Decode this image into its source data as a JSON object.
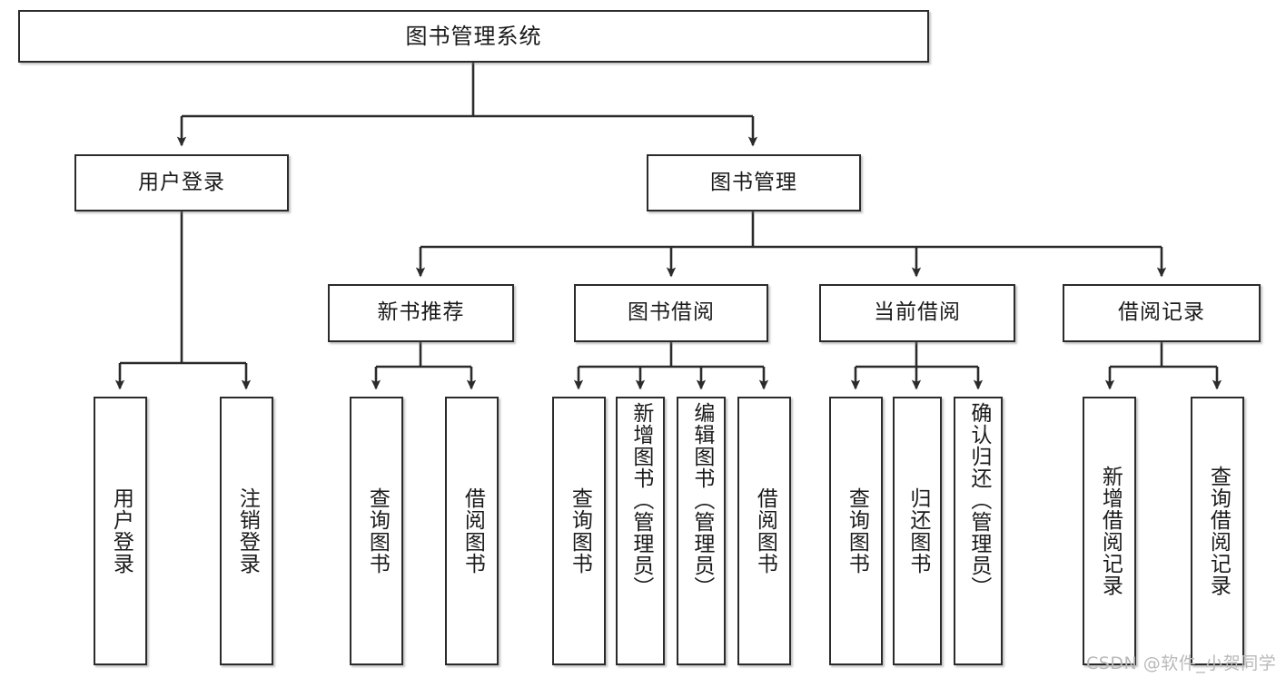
{
  "diagram": {
    "title": "图书管理系统",
    "type": "functional-structure-tree",
    "watermark": "CSDN @软件_小贺同学",
    "colors": {
      "box_border": "#2b2b2b",
      "box_fill": "#ffffff",
      "edge": "#2b2b2b",
      "text": "#1a1a1a",
      "watermark": "#b9b9b9",
      "background": "#ffffff"
    },
    "root": {
      "label": "图书管理系统"
    },
    "level1": [
      {
        "id": "user-login",
        "label": "用户登录"
      },
      {
        "id": "book-management",
        "label": "图书管理"
      }
    ],
    "level2": [
      {
        "id": "new-book-recommend",
        "label": "新书推荐",
        "parent": "book-management"
      },
      {
        "id": "book-borrow",
        "label": "图书借阅",
        "parent": "book-management"
      },
      {
        "id": "current-borrow",
        "label": "当前借阅",
        "parent": "book-management"
      },
      {
        "id": "borrow-record",
        "label": "借阅记录",
        "parent": "book-management"
      }
    ],
    "leaves": {
      "user_login": [
        {
          "id": "leaf-user-login",
          "label": "用户登录"
        },
        {
          "id": "leaf-user-logout",
          "label": "注销登录"
        }
      ],
      "new_book_recommend": [
        {
          "id": "leaf-query-book-1",
          "label": "查询图书"
        },
        {
          "id": "leaf-borrow-book-1",
          "label": "借阅图书"
        }
      ],
      "book_borrow": [
        {
          "id": "leaf-query-book-2",
          "label": "查询图书"
        },
        {
          "id": "leaf-add-book",
          "label": "新增图书（管理员）"
        },
        {
          "id": "leaf-edit-book",
          "label": "编辑图书（管理员）"
        },
        {
          "id": "leaf-borrow-book-2",
          "label": "借阅图书"
        }
      ],
      "current_borrow": [
        {
          "id": "leaf-query-book-3",
          "label": "查询图书"
        },
        {
          "id": "leaf-return-book",
          "label": "归还图书"
        },
        {
          "id": "leaf-confirm-return",
          "label": "确认归还（管理员）"
        }
      ],
      "borrow_record": [
        {
          "id": "leaf-add-record",
          "label": "新增借阅记录"
        },
        {
          "id": "leaf-query-record",
          "label": "查询借阅记录"
        }
      ]
    }
  }
}
